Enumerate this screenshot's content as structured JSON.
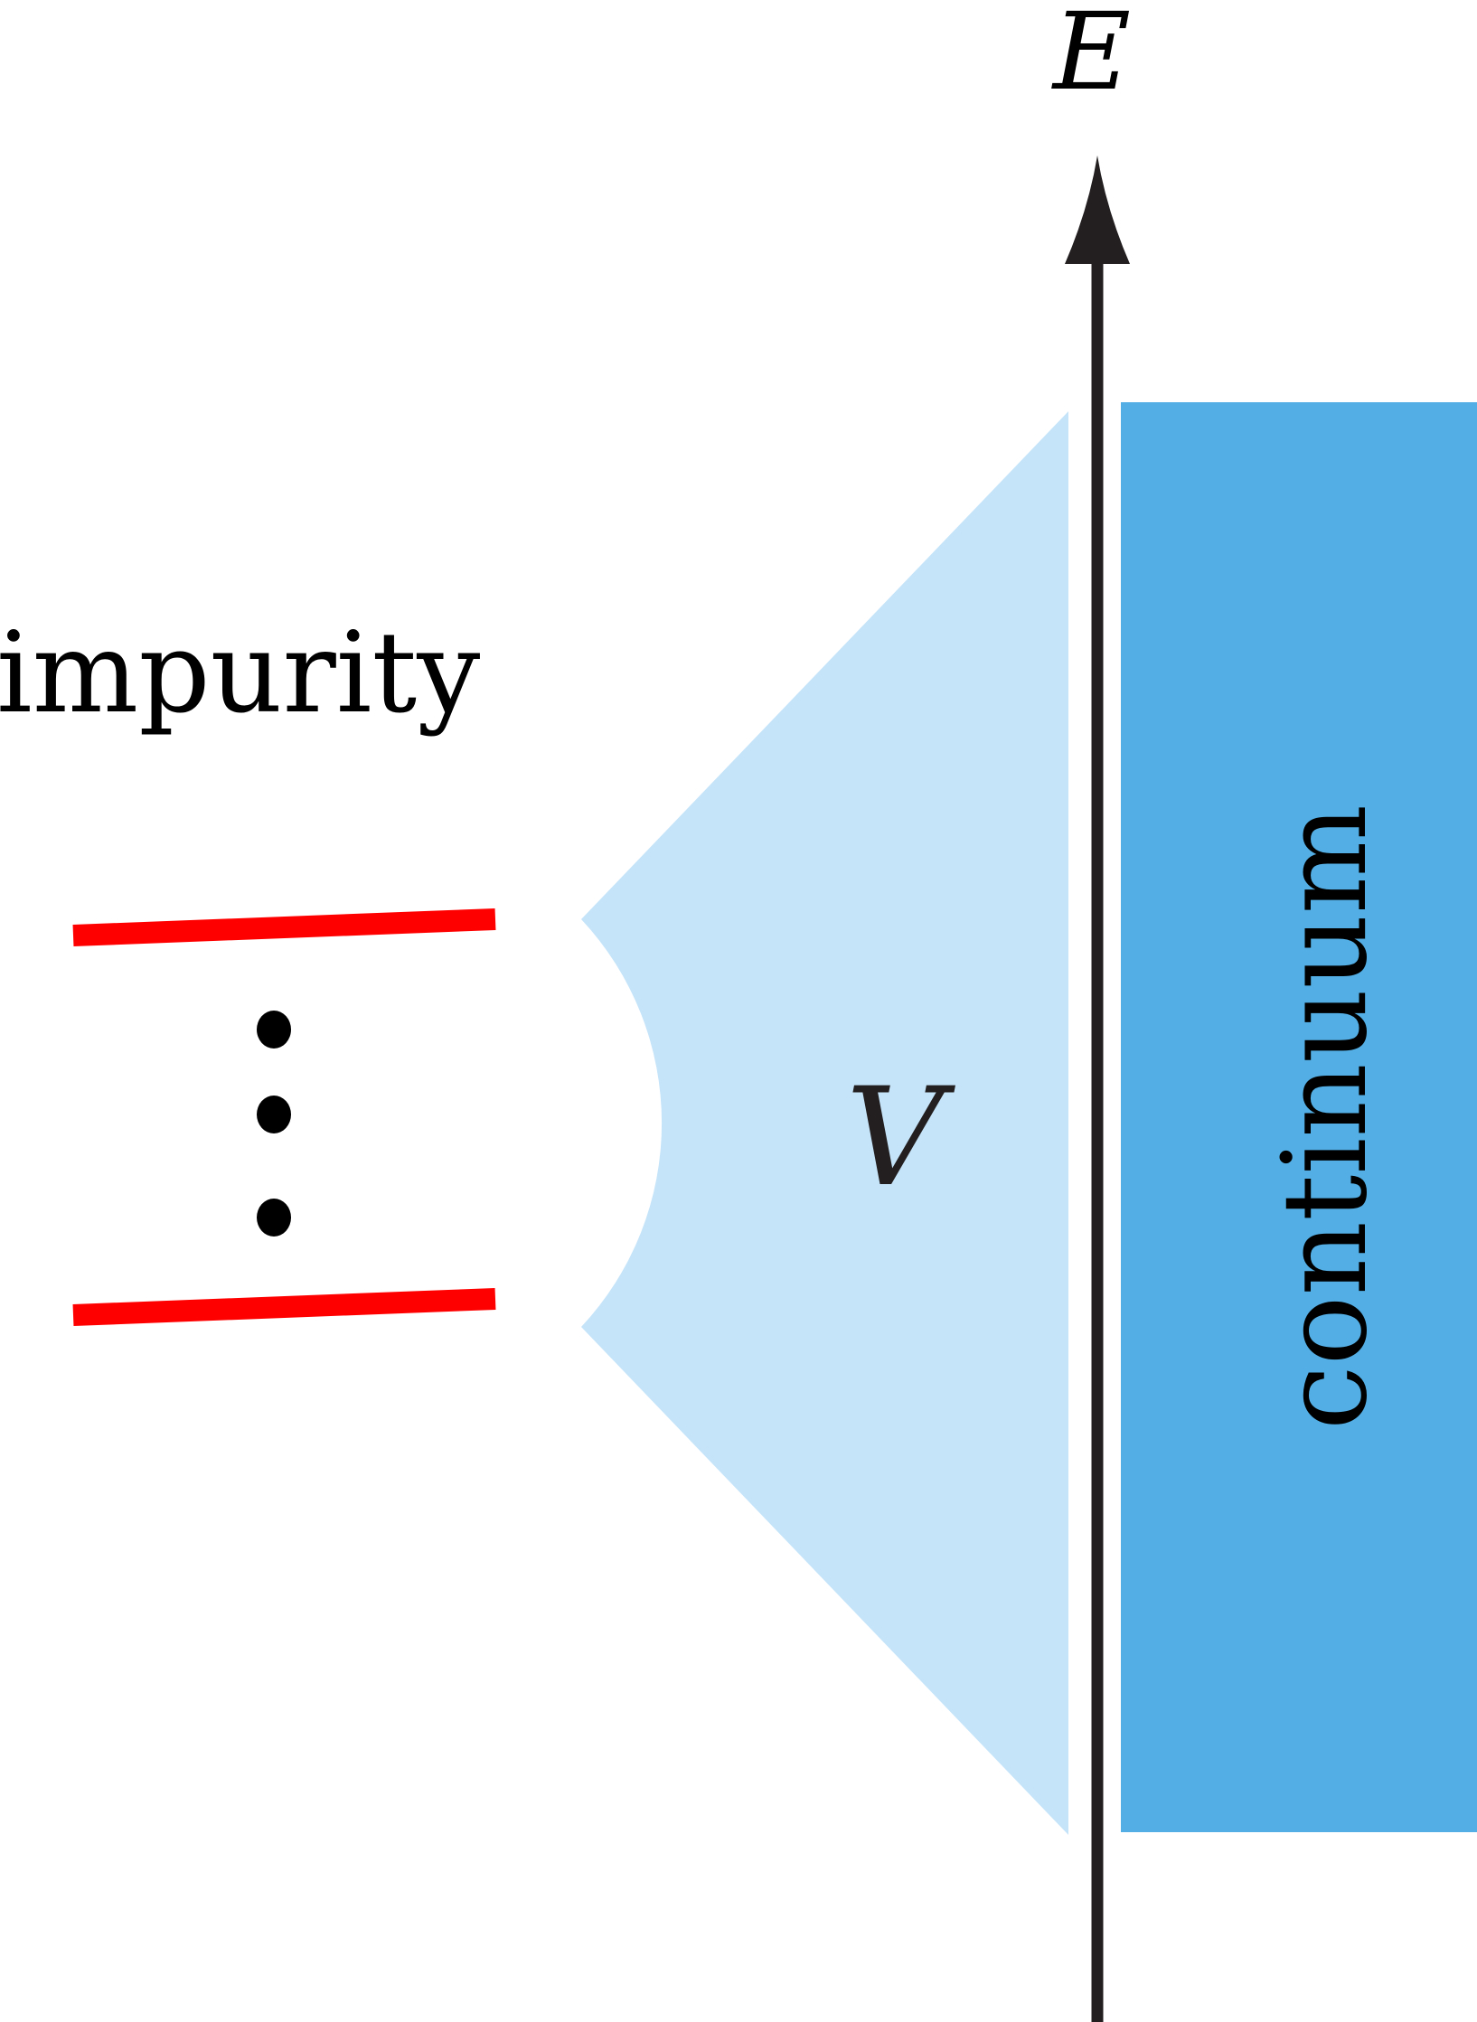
{
  "axis": {
    "label": "E",
    "color": "#231f20"
  },
  "impurity": {
    "label": "impurity",
    "level_color": "#ff0000",
    "ellipsis": "⋮"
  },
  "coupling": {
    "label": "V",
    "color": "#c5e4f9"
  },
  "continuum": {
    "label": "continuum",
    "color": "#52aee4"
  }
}
